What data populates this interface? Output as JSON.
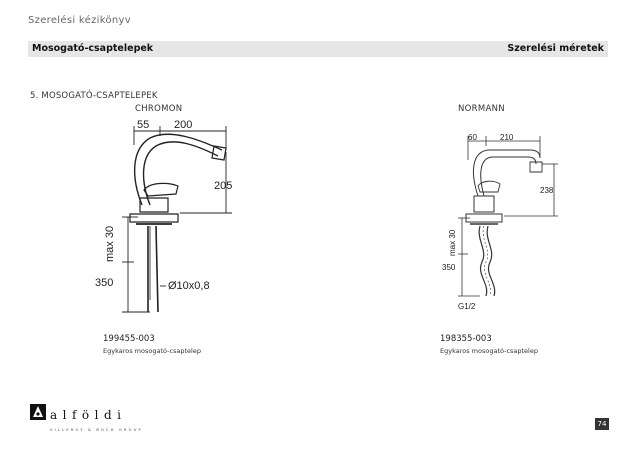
{
  "document": {
    "title": "Szerelési kézikönyv",
    "header_left": "Mosogató-csaptelepek",
    "header_right": "Szerelési méretek",
    "section_title": "5. MOSOGATÓ-CSAPTELEPEK"
  },
  "products": [
    {
      "name": "CHROMON",
      "code": "199455-003",
      "description": "Egykaros mosogató-csaptelep",
      "dims": {
        "top_small": "55",
        "top_large": "200",
        "height": "205",
        "max": "max 30",
        "depth": "350",
        "hose": "Ø10x0,8"
      }
    },
    {
      "name": "NORMANN",
      "code": "198355-003",
      "description": "Egykaros mosogató-csaptelep",
      "dims": {
        "top_small": "60",
        "top_large": "210",
        "height": "238",
        "max": "max 30",
        "depth": "350",
        "thread": "G1/2"
      }
    }
  ],
  "footer": {
    "logo_text": "alföldi",
    "logo_sub": "villeroy & boch group",
    "page_number": "74"
  }
}
